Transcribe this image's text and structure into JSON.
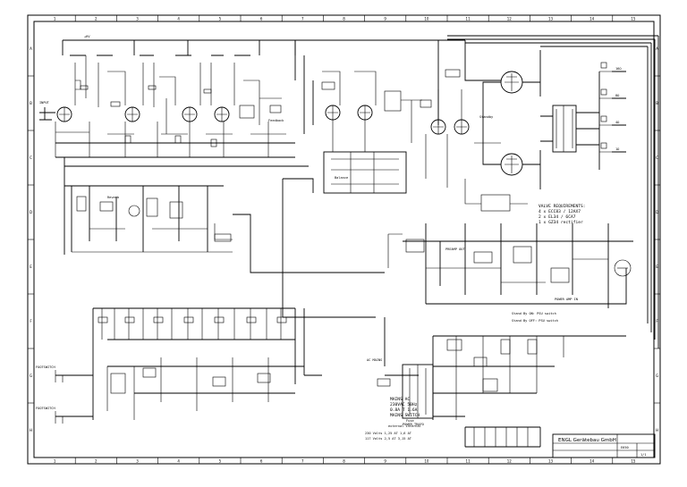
{
  "border": {
    "top_ticks": [
      "1",
      "2",
      "3",
      "4",
      "5",
      "6",
      "7",
      "8",
      "9",
      "10",
      "11",
      "12",
      "13",
      "14",
      "15"
    ],
    "bottom_ticks": [
      "1",
      "2",
      "3",
      "4",
      "5",
      "6",
      "7",
      "8",
      "9",
      "10",
      "11",
      "12",
      "13",
      "14",
      "15"
    ],
    "left_ticks": [
      "A",
      "B",
      "C",
      "D",
      "E",
      "F",
      "G",
      "H"
    ],
    "right_ticks": [
      "A",
      "B",
      "C",
      "D",
      "E",
      "F",
      "G",
      "H"
    ]
  },
  "labels": {
    "input": "INPUT",
    "hv": "+HV",
    "reverb": "Reverb",
    "bias": "Balance",
    "standby": "Standby",
    "feedback": "Feedback",
    "output_1": "16Ω",
    "output_2": "8Ω",
    "output_3": "4Ω",
    "output_4": "1Ω",
    "preamp_out": "PREAMP OUT",
    "power_amp_in": "POWER AMP IN",
    "footswitch_1": "FOOTSWITCH",
    "footswitch_2": "FOOTSWITCH",
    "mains": "AC MAINS",
    "transformer": "POWER TRAFO"
  },
  "notes": {
    "valve_block": "VALVE REQUIREMENTS:\n4 x ECC83 / 12AX7\n2 x EL34 / 6CA7\n1 x GZ34 rectifier",
    "stand_by_1": "Stand By ON: PSU switch",
    "stand_by_2": "Stand By OFF: PSU switch",
    "mains_note": "MAINS AC\n230VAC 50Hz\n0.8A T  1.6A\nMAINS SWITCH",
    "fuse_table_h1": "Fuse",
    "fuse_table_h2": "external  internal",
    "fuse_row_1": "230 Volts  1,25 AT   1,6 AT",
    "fuse_row_2": "117 Volts  2,5 AT    3,15 AT"
  },
  "title_block": {
    "company": "ENGL Gerätebau GmbH",
    "model": "E650",
    "sheet": "1/1"
  }
}
